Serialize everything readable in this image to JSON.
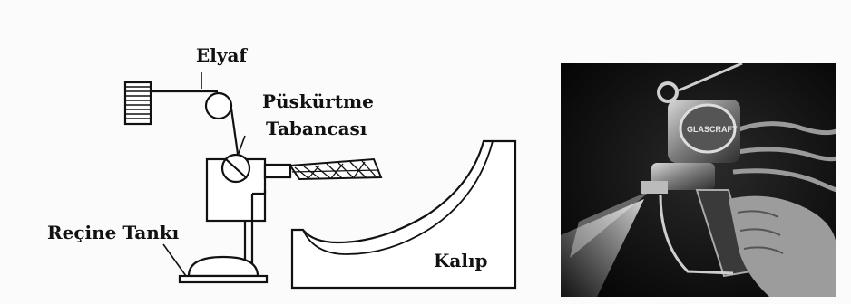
{
  "diagram": {
    "labels": {
      "fiber": "Elyaf",
      "spray_gun_line1": "Püskürtme",
      "spray_gun_line2": "Tabancası",
      "resin_tank": "Reçine Tankı",
      "mold": "Kalıp"
    }
  },
  "photo": {
    "brand": "GLASCRAFT"
  }
}
